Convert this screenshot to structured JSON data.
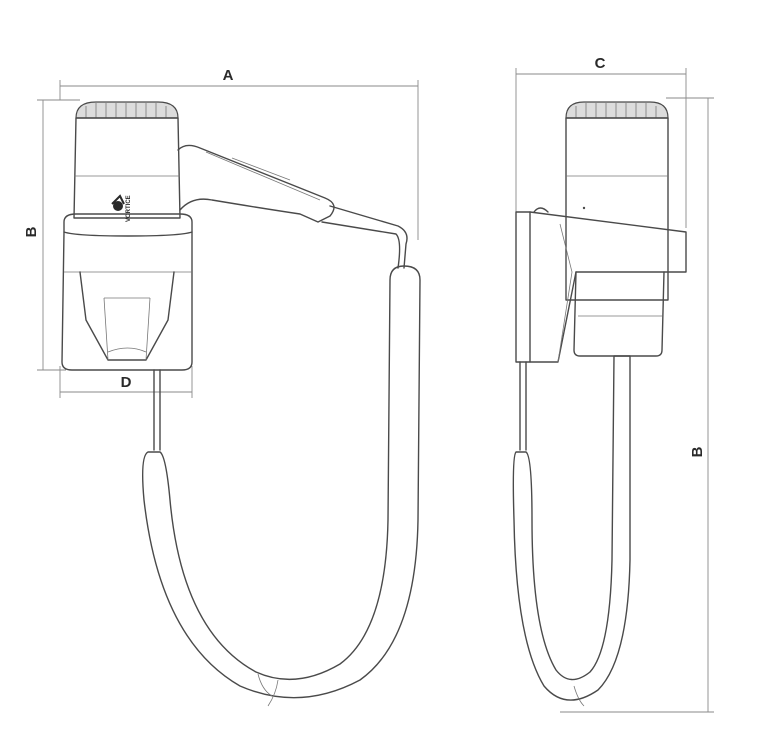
{
  "dimensions": {
    "label_a": "A",
    "label_b": "B",
    "label_c": "C",
    "label_d": "D"
  },
  "product": {
    "brand_text": "VORTICE"
  }
}
